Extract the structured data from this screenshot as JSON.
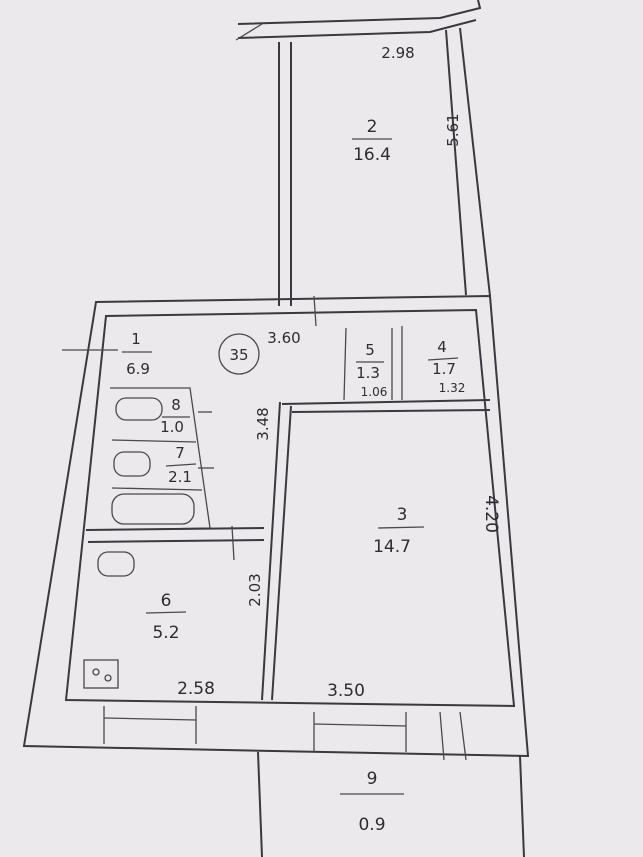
{
  "plan": {
    "apartment_number": "35",
    "rooms": [
      {
        "number": "1",
        "area": "6.9"
      },
      {
        "number": "2",
        "area": "16.4"
      },
      {
        "number": "3",
        "area": "14.7"
      },
      {
        "number": "4",
        "area": "1.7"
      },
      {
        "number": "5",
        "area": "1.3"
      },
      {
        "number": "6",
        "area": "5.2"
      },
      {
        "number": "7",
        "area": "2.1"
      },
      {
        "number": "8",
        "area": "1.0"
      },
      {
        "number": "9",
        "area": "0.9"
      }
    ],
    "dimensions": {
      "balcony_top_width": "2.98",
      "room2_length": "5.61",
      "hall_width": "3.60",
      "hall_height": "3.48",
      "room5_width": "1.06",
      "room4_width": "1.32",
      "room3_depth": "4.20",
      "kitchen_height": "2.03",
      "kitchen_width": "2.58",
      "room3_width": "3.50"
    }
  }
}
